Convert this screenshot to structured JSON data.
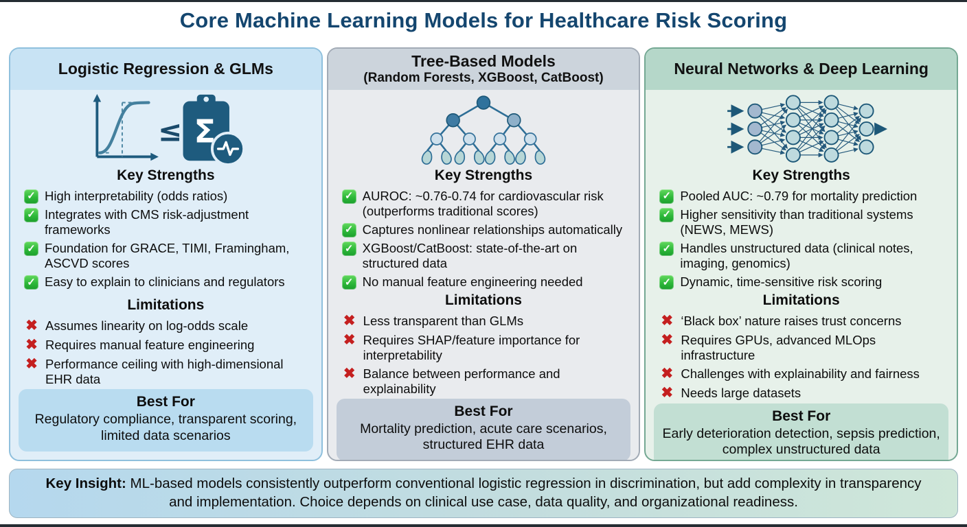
{
  "page_title": "Core Machine Learning Models for Healthcare Risk Scoring",
  "icons": {
    "check": "✓",
    "cross": "✖"
  },
  "colors": {
    "title_navy": "#14466f",
    "check_green": "#2eb83a",
    "cross_red": "#c41f1f",
    "col1_header": "#c8e3f4",
    "col2_header": "#ccd4dc",
    "col3_header": "#b5d7c9",
    "icon_navy": "#1e5b7e"
  },
  "columns": [
    {
      "title": "Logistic Regression & GLMs",
      "icon": "logistic-sigmoid-clipboard-icon",
      "strengths_heading": "Key Strengths",
      "strengths": [
        "High interpretability (odds ratios)",
        "Integrates with CMS risk-adjustment frameworks",
        "Foundation for GRACE, TIMI, Framingham, ASCVD scores",
        "Easy to explain to clinicians and regulators"
      ],
      "limitations_heading": "Limitations",
      "limitations": [
        "Assumes linearity on log-odds scale",
        "Requires manual feature engineering",
        "Performance ceiling with high-dimensional EHR data"
      ],
      "best_for_heading": "Best For",
      "best_for": "Regulatory compliance, transparent scoring, limited data scenarios"
    },
    {
      "title": "Tree-Based Models",
      "subtitle": "(Random Forests, XGBoost, CatBoost)",
      "icon": "decision-tree-icon",
      "strengths_heading": "Key Strengths",
      "strengths": [
        "AUROC: ~0.76-0.74 for cardiovascular risk (outperforms traditional scores)",
        "Captures nonlinear relationships automatically",
        "XGBoost/CatBoost: state-of-the-art on structured data",
        "No manual feature engineering needed"
      ],
      "limitations_heading": "Limitations",
      "limitations": [
        "Less transparent than GLMs",
        "Requires SHAP/feature importance for interpretability",
        "Balance between performance and explainability"
      ],
      "best_for_heading": "Best For",
      "best_for": "Mortality prediction, acute care scenarios, structured EHR data"
    },
    {
      "title": "Neural Networks & Deep Learning",
      "icon": "neural-network-icon",
      "strengths_heading": "Key Strengths",
      "strengths": [
        "Pooled AUC: ~0.79 for mortality prediction",
        "Higher sensitivity than traditional systems (NEWS, MEWS)",
        "Handles unstructured data (clinical notes, imaging, genomics)",
        "Dynamic, time-sensitive risk scoring"
      ],
      "limitations_heading": "Limitations",
      "limitations": [
        "‘Black box’ nature raises trust concerns",
        "Requires GPUs, advanced MLOps infrastructure",
        "Challenges with explainability and fairness",
        "Needs large datasets"
      ],
      "best_for_heading": "Best For",
      "best_for": "Early deterioration detection, sepsis prediction, complex unstructured data"
    }
  ],
  "insight": {
    "label": "Key Insight:",
    "text": " ML-based models consistently outperform conventional logistic regression in discrimination, but add complexity in transparency and implementation. Choice depends on clinical use case, data quality, and organizational readiness."
  }
}
